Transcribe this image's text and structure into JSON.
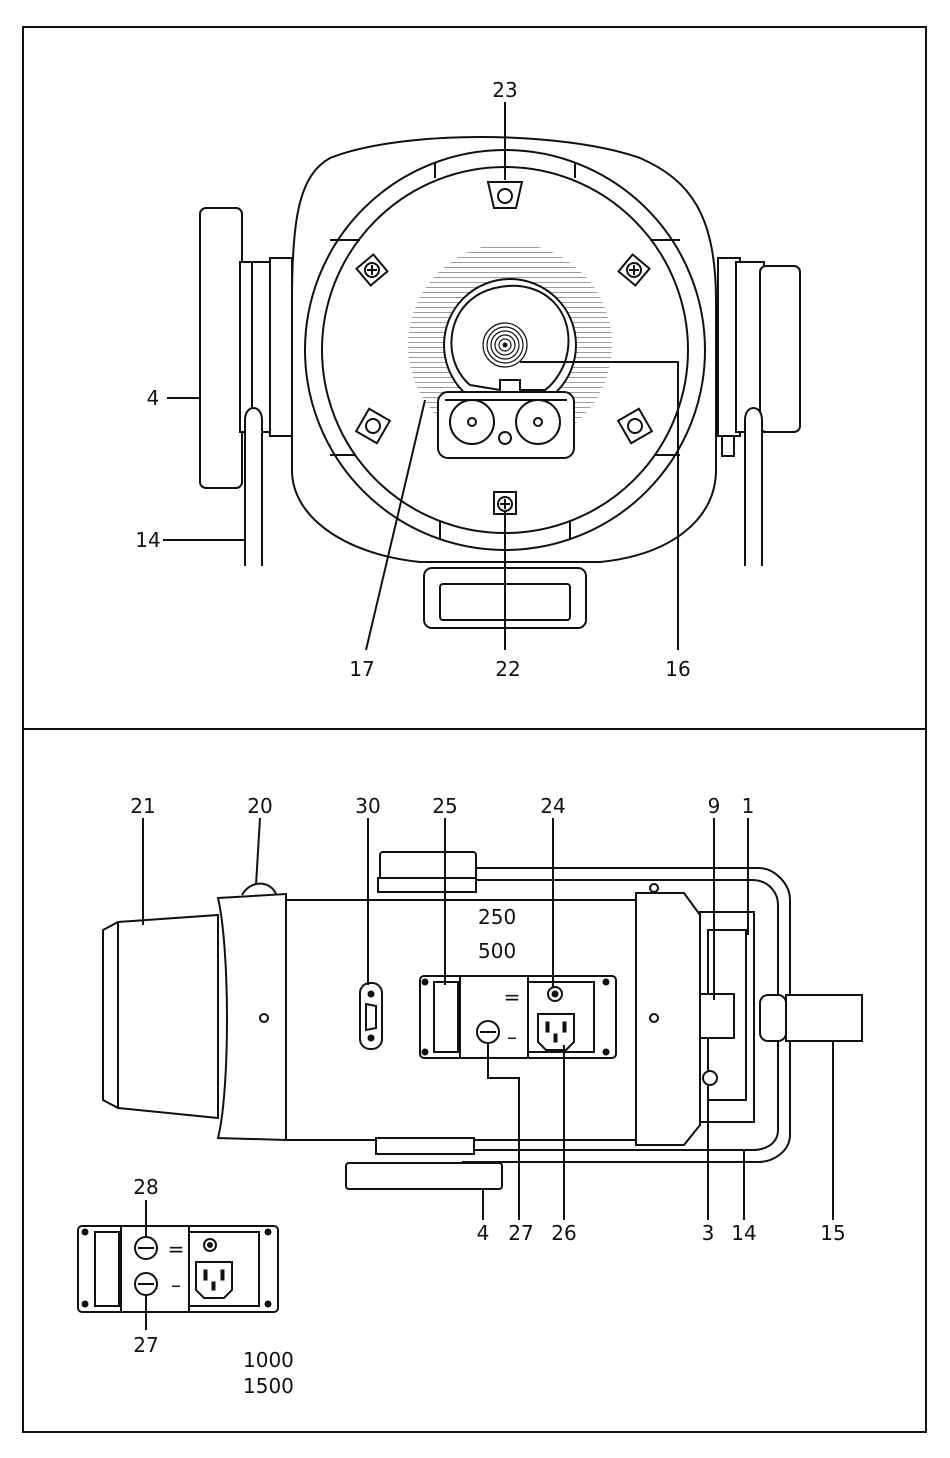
{
  "panels": {
    "front": {
      "callouts": {
        "c23": "23",
        "c4": "4",
        "c14": "14",
        "c17": "17",
        "c22": "22",
        "c16": "16"
      }
    },
    "side": {
      "callouts": {
        "c21": "21",
        "c20": "20",
        "c30": "30",
        "c25": "25",
        "c24": "24",
        "c9": "9",
        "c1": "1",
        "c4": "4",
        "c27": "27",
        "c26": "26",
        "c3": "3",
        "c14": "14",
        "c15": "15"
      },
      "model_label_top": "250",
      "model_label_bottom": "500",
      "symbol_dc": "=",
      "symbol_minus": "–"
    },
    "inset": {
      "callouts": {
        "c28": "28",
        "c27": "27"
      },
      "model_label_top": "1000",
      "model_label_bottom": "1500",
      "symbol_dc": "=",
      "symbol_minus": "–"
    }
  },
  "colors": {
    "line": "#111111",
    "background": "#ffffff"
  }
}
